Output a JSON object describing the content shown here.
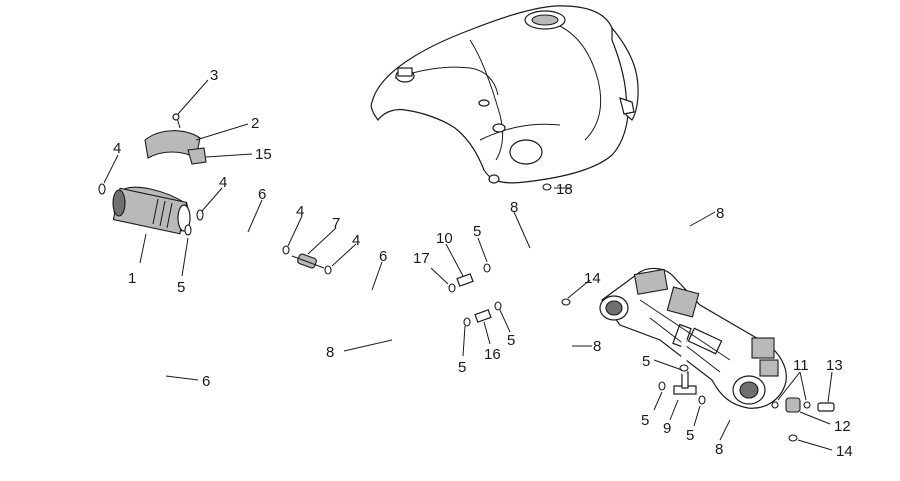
{
  "callouts": {
    "c1": "1",
    "c2": "2",
    "c3": "3",
    "c4a": "4",
    "c4b": "4",
    "c4c": "4",
    "c4d": "4",
    "c5a": "5",
    "c5b": "5",
    "c5c": "5",
    "c5d": "5",
    "c5e": "5",
    "c5f": "5",
    "c5g": "5",
    "c6a": "6",
    "c6b": "6",
    "c6c": "6",
    "c7": "7",
    "c8a": "8",
    "c8b": "8",
    "c8c": "8",
    "c8d": "8",
    "c8e": "8",
    "c9": "9",
    "c10": "10",
    "c11": "11",
    "c12": "12",
    "c13": "13",
    "c14a": "14",
    "c14b": "14",
    "c15": "15",
    "c16": "16",
    "c17": "17",
    "c18": "18"
  },
  "colors": {
    "line": "#1a1a1a",
    "canister_fill": "#b9b9b9",
    "tank_fill": "#ffffff",
    "background": "#ffffff"
  }
}
